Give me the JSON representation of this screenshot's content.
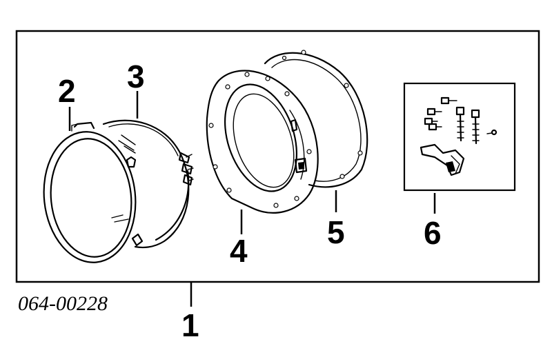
{
  "diagram": {
    "part_number": "064-00228",
    "callouts": {
      "assembly": "1",
      "bezel_ring": "2",
      "sealed_beam": "3",
      "mounting_ring": "4",
      "gasket": "5",
      "hardware_kit": "6"
    }
  }
}
